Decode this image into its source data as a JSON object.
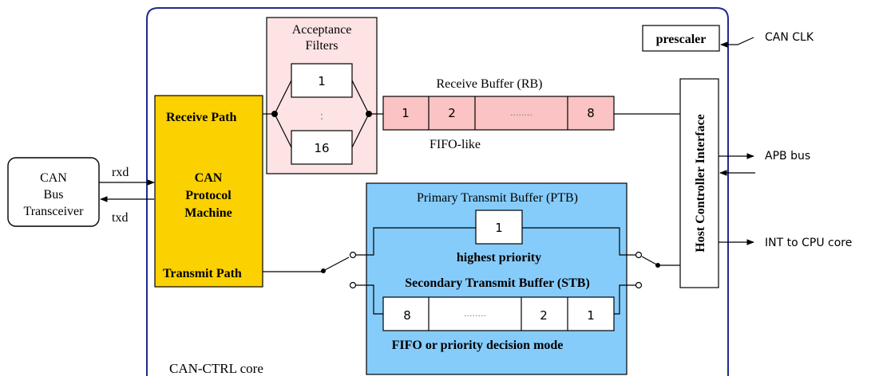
{
  "core": {
    "label": "CAN-CTRL core"
  },
  "transceiver": {
    "line1": "CAN",
    "line2": "Bus",
    "line3": "Transceiver"
  },
  "signals": {
    "rxd": "rxd",
    "txd": "txd"
  },
  "protocol_machine": {
    "receive_path": "Receive Path",
    "line1": "CAN",
    "line2": "Protocol",
    "line3": "Machine",
    "transmit_path": "Transmit Path"
  },
  "acceptance_filters": {
    "title_line1": "Acceptance",
    "title_line2": "Filters",
    "first": "1",
    "dots": ":",
    "last": "16"
  },
  "receive_buffer": {
    "title": "Receive Buffer (RB)",
    "slots": [
      "1",
      "2",
      "........",
      "8"
    ],
    "caption": "FIFO-like"
  },
  "ptb": {
    "title": "Primary Transmit Buffer (PTB)",
    "slot": "1",
    "caption": "highest priority"
  },
  "stb": {
    "title": "Secondary Transmit Buffer (STB)",
    "slots": [
      "8",
      "........",
      "2",
      "1"
    ],
    "caption": "FIFO or  priority decision mode"
  },
  "prescaler": {
    "label": "prescaler"
  },
  "host_interface": {
    "label": "Host Controller Interface"
  },
  "external": {
    "can_clk": "CAN CLK",
    "apb_bus": "APB bus",
    "int_cpu": "INT to CPU core"
  },
  "colors": {
    "protocol_fill": "#fcd100",
    "acceptance_fill": "#fde3e3",
    "rb_fill": "#fbc3c3",
    "tx_fill": "#86ccfb",
    "core_border": "#1e2b8c"
  }
}
